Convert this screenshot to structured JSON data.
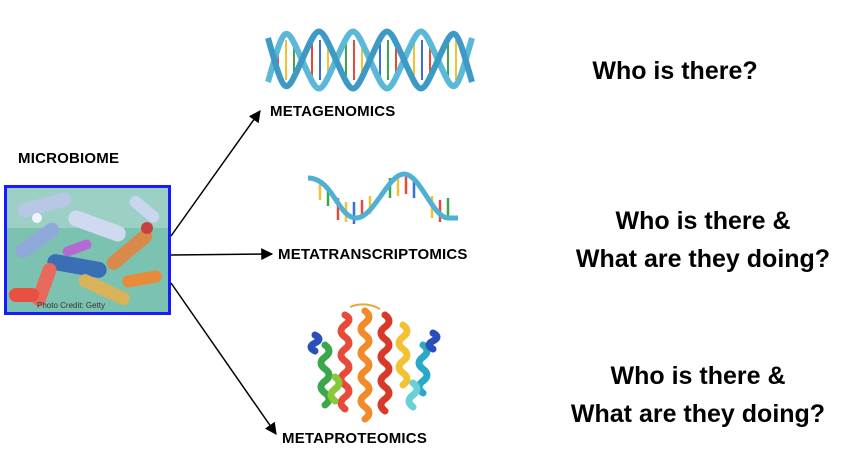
{
  "microbiome": {
    "title": "MICROBIOME",
    "photo_credit": "Photo Credit: Getty"
  },
  "methods": [
    {
      "label": "METAGENOMICS",
      "question_line1": "Who is there?",
      "question_line2": "",
      "icon": "dna-double-helix-icon"
    },
    {
      "label": "METATRANSCRIPTOMICS",
      "question_line1": "Who is there &",
      "question_line2": "What are they doing?",
      "icon": "rna-strand-icon"
    },
    {
      "label": "METAPROTEOMICS",
      "question_line1": "Who is there &",
      "question_line2": "What are they doing?",
      "icon": "protein-structure-icon"
    }
  ],
  "colors": {
    "photo_border": "#1a1aff",
    "arrow": "#000000",
    "dna_strand": "#5bb8d8"
  }
}
